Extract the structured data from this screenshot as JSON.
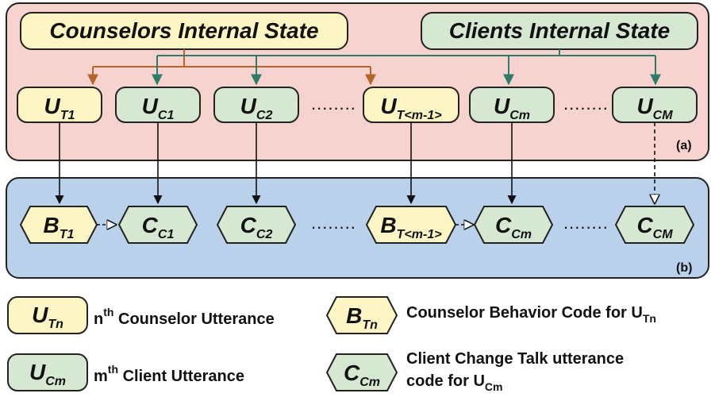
{
  "panels": {
    "a_label": "(a)",
    "b_label": "(b)"
  },
  "states": {
    "counselor": "Counselors Internal State",
    "client": "Clients Internal State"
  },
  "utterances": [
    {
      "main": "U",
      "sub": "T1"
    },
    {
      "main": "U",
      "sub": "C1"
    },
    {
      "main": "U",
      "sub": "C2"
    },
    {
      "main": "U",
      "sub": "T<m-1>"
    },
    {
      "main": "U",
      "sub": "Cm"
    },
    {
      "main": "U",
      "sub": "CM"
    }
  ],
  "codes": [
    {
      "main": "B",
      "sub": "T1"
    },
    {
      "main": "C",
      "sub": "C1"
    },
    {
      "main": "C",
      "sub": "C2"
    },
    {
      "main": "B",
      "sub": "T<m-1>"
    },
    {
      "main": "C",
      "sub": "Cm"
    },
    {
      "main": "C",
      "sub": "CM"
    }
  ],
  "ellipsis": "........",
  "legend": {
    "counselor_utt": {
      "symbol_main": "U",
      "symbol_sub": "Tn",
      "text_base": "n",
      "text_sup": "th",
      "text_rest": " Counselor Utterance"
    },
    "client_utt": {
      "symbol_main": "U",
      "symbol_sub": "Cm",
      "text_base": "m",
      "text_sup": "th",
      "text_rest": " Client Utterance"
    },
    "behavior_code": {
      "symbol_main": "B",
      "symbol_sub": "Tn",
      "text": "Counselor Behavior Code for U",
      "text_sub": "Tn"
    },
    "change_talk": {
      "symbol_main": "C",
      "symbol_sub": "Cm",
      "text_line1": "Client Change Talk utterance",
      "text_line2": "code for U",
      "text_line2_sub": "Cm"
    }
  },
  "colors": {
    "counselor_fill": "#fdf6c4",
    "client_fill": "#d6e8d1",
    "panel_a": "#f7d3d0",
    "panel_b": "#b9d1ea",
    "counselor_arrow": "#b5652a",
    "client_arrow": "#2e7d6b"
  }
}
